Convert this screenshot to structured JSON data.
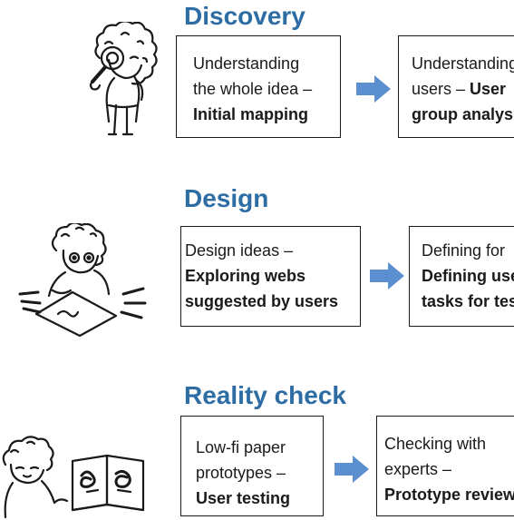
{
  "colors": {
    "title": "#2e6da4",
    "arrow": "#5b8fd0",
    "ink": "#1a1a1a"
  },
  "sections": [
    {
      "title": "Discovery",
      "illustration_icon": "magnifier-person-icon",
      "steps": [
        {
          "line1": "Understanding",
          "line2_plain": "the whole idea –",
          "line2_bold": "",
          "line3_bold": "Initial mapping"
        },
        {
          "line1": "Understanding",
          "line2_plain": "users – ",
          "line2_bold": "User",
          "line3_bold": "group analysis"
        }
      ]
    },
    {
      "title": "Design",
      "illustration_icon": "drawing-person-icon",
      "steps": [
        {
          "line1": "Design ideas –",
          "line2_plain": "",
          "line2_bold": "Exploring webs",
          "line3_bold": "suggested by users"
        },
        {
          "line1": "Defining for",
          "line2_plain": "",
          "line2_bold": "Defining user",
          "line3_bold": "tasks for testing"
        }
      ]
    },
    {
      "title": "Reality check",
      "illustration_icon": "paper-prototype-person-icon",
      "steps": [
        {
          "line1": "Low-fi paper",
          "line2_plain": "prototypes –",
          "line2_bold": "",
          "line3_bold": "User testing"
        },
        {
          "line1": "Checking with",
          "line2_plain": "experts –",
          "line2_bold": "",
          "line3_bold": "Prototype review"
        }
      ]
    }
  ]
}
